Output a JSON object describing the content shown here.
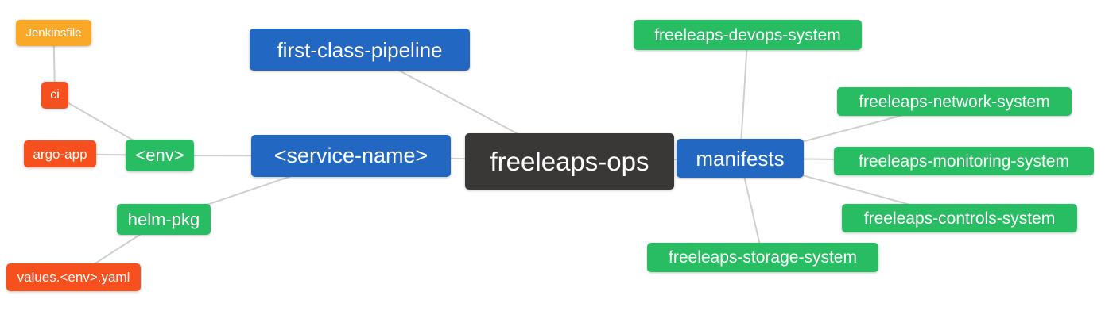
{
  "diagram": {
    "title": "freeleaps-ops mindmap",
    "root_id": "freeleaps_ops",
    "nodes": {
      "jenkinsfile": {
        "label": "Jenkinsfile",
        "color": "#faa827"
      },
      "ci": {
        "label": "ci",
        "color": "#f6501f"
      },
      "argo_app": {
        "label": "argo-app",
        "color": "#f6501f"
      },
      "env": {
        "label": "<env>",
        "color": "#28bd62"
      },
      "helm_pkg": {
        "label": "helm-pkg",
        "color": "#28bd62"
      },
      "values_env_yaml": {
        "label": "values.<env>.yaml",
        "color": "#f6501f"
      },
      "first_class_pipeline": {
        "label": "first-class-pipeline",
        "color": "#2268c3"
      },
      "service_name": {
        "label": "<service-name>",
        "color": "#2268c3"
      },
      "freeleaps_ops": {
        "label": "freeleaps-ops",
        "color": "#3a3737"
      },
      "manifests": {
        "label": "manifests",
        "color": "#2268c3"
      },
      "devops_system": {
        "label": "freeleaps-devops-system",
        "color": "#28bd62"
      },
      "network_system": {
        "label": "freeleaps-network-system",
        "color": "#28bd62"
      },
      "monitoring_system": {
        "label": "freeleaps-monitoring-system",
        "color": "#28bd62"
      },
      "controls_system": {
        "label": "freeleaps-controls-system",
        "color": "#28bd62"
      },
      "storage_system": {
        "label": "freeleaps-storage-system",
        "color": "#28bd62"
      }
    },
    "edges": [
      [
        "jenkinsfile",
        "ci"
      ],
      [
        "ci",
        "env"
      ],
      [
        "argo_app",
        "env"
      ],
      [
        "env",
        "service_name"
      ],
      [
        "helm_pkg",
        "service_name"
      ],
      [
        "values_env_yaml",
        "helm_pkg"
      ],
      [
        "first_class_pipeline",
        "freeleaps_ops"
      ],
      [
        "service_name",
        "freeleaps_ops"
      ],
      [
        "freeleaps_ops",
        "manifests"
      ],
      [
        "manifests",
        "devops_system"
      ],
      [
        "manifests",
        "network_system"
      ],
      [
        "manifests",
        "monitoring_system"
      ],
      [
        "manifests",
        "controls_system"
      ],
      [
        "manifests",
        "storage_system"
      ]
    ],
    "palette": {
      "node_blue": "#2268c3",
      "node_green": "#28bd62",
      "node_red_orange": "#f6501f",
      "node_orange": "#faa827",
      "node_root_dark": "#3a3737",
      "edge_gray": "#cfcfcf",
      "text_white": "#ffffff",
      "background": "#ffffff"
    }
  }
}
